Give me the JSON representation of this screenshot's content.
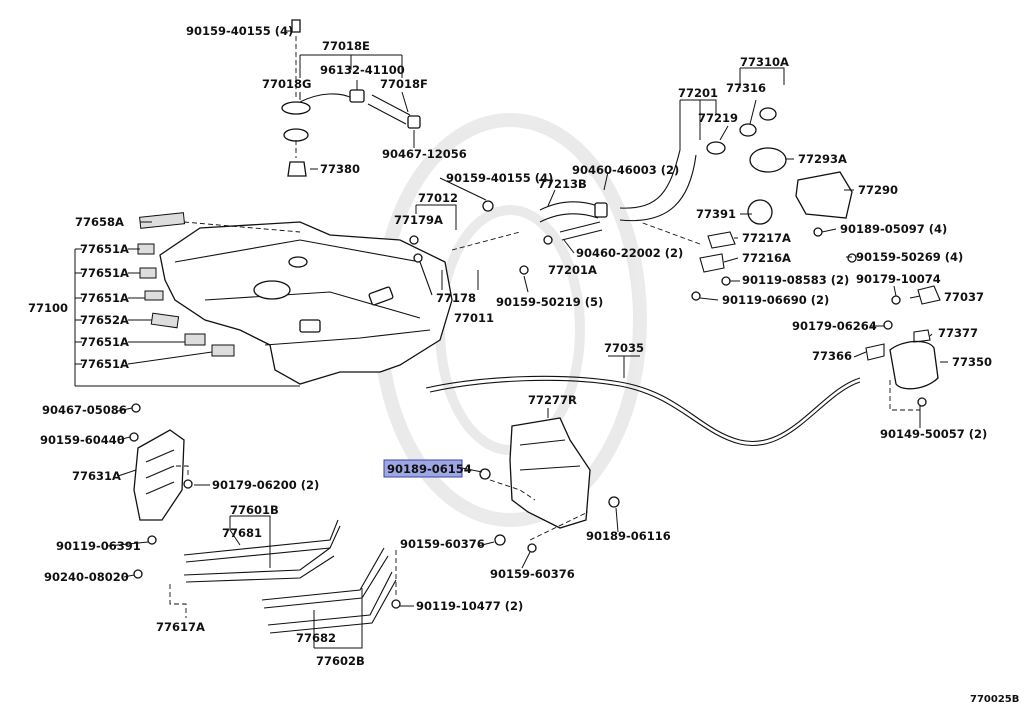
{
  "diagram_code": "770025B",
  "highlighted_label": "90189-06154",
  "labels": {
    "p90159_40155_top": "90159-40155 (4)",
    "p77018E": "77018E",
    "p96132_41100": "96132-41100",
    "p77018G": "77018G",
    "p77018F": "77018F",
    "p90467_12056": "90467-12056",
    "p77380": "77380",
    "p77658A": "77658A",
    "p77651A_1": "77651A",
    "p77651A_2": "77651A",
    "p77651A_3": "77651A",
    "p77652A": "77652A",
    "p77651A_4": "77651A",
    "p77651A_5": "77651A",
    "p77100": "77100",
    "p90159_40155_mid": "90159-40155 (4)",
    "p77012": "77012",
    "p77213B": "77213B",
    "p77179A": "77179A",
    "p90460_46003": "90460-46003 (2)",
    "p90460_22002": "90460-22002 (2)",
    "p77201A": "77201A",
    "p77178": "77178",
    "p77011": "77011",
    "p90159_50219": "90159-50219 (5)",
    "p77201": "77201",
    "p77310A": "77310A",
    "p77316": "77316",
    "p77219": "77219",
    "p77293A": "77293A",
    "p77290": "77290",
    "p77391": "77391",
    "p90189_05097": "90189-05097 (4)",
    "p77217A": "77217A",
    "p90159_50269": "90159-50269 (4)",
    "p77216A": "77216A",
    "p90119_08583": "90119-08583 (2)",
    "p90179_10074": "90179-10074",
    "p90119_06690": "90119-06690 (2)",
    "p77037": "77037",
    "p90179_06264": "90179-06264",
    "p77377": "77377",
    "p77035": "77035",
    "p77366": "77366",
    "p77350": "77350",
    "p90149_50057": "90149-50057 (2)",
    "p90467_05086": "90467-05086",
    "p90159_60440": "90159-60440",
    "p77631A": "77631A",
    "p90179_06200": "90179-06200 (2)",
    "p77601B": "77601B",
    "p77681": "77681",
    "p90119_06391": "90119-06391",
    "p90240_08020": "90240-08020",
    "p77617A": "77617A",
    "p77277R": "77277R",
    "p90189_06154": "90189-06154",
    "p90159_60376_a": "90159-60376",
    "p90159_60376_b": "90159-60376",
    "p90189_06116": "90189-06116",
    "p90119_10477": "90119-10477 (2)",
    "p77682": "77682",
    "p77602B": "77602B"
  }
}
